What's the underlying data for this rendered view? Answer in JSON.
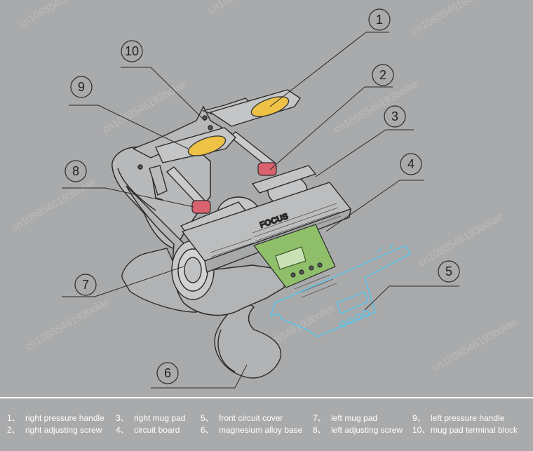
{
  "callouts": [
    "1",
    "2",
    "3",
    "4",
    "5",
    "6",
    "7",
    "8",
    "9",
    "10"
  ],
  "product_mark": "FOCUS",
  "watermark_text": "cn1088546193bolae",
  "legend": [
    {
      "num": "1、",
      "label": "right pressure handle"
    },
    {
      "num": "2、",
      "label": "right adjusting screw"
    },
    {
      "num": "3、",
      "label": "right mug pad"
    },
    {
      "num": "4、",
      "label": "circuit board"
    },
    {
      "num": "5、",
      "label": "front circuit cover"
    },
    {
      "num": "6、",
      "label": "magnesium alloy base"
    },
    {
      "num": "7、",
      "label": "left mug pad"
    },
    {
      "num": "8、",
      "label": "left adjusting screw"
    },
    {
      "num": "9、",
      "label": "left pressure handle"
    },
    {
      "num": "10、",
      "label": "mug pad terminal block"
    }
  ],
  "colors": {
    "background": "#a9aaab",
    "handle_highlight": "#f3c23a",
    "screw_highlight": "#d9626e",
    "circuit_board": "#8fbf6a",
    "front_cover_outline": "#5fc4e8",
    "legend_text": "#ffffff"
  }
}
